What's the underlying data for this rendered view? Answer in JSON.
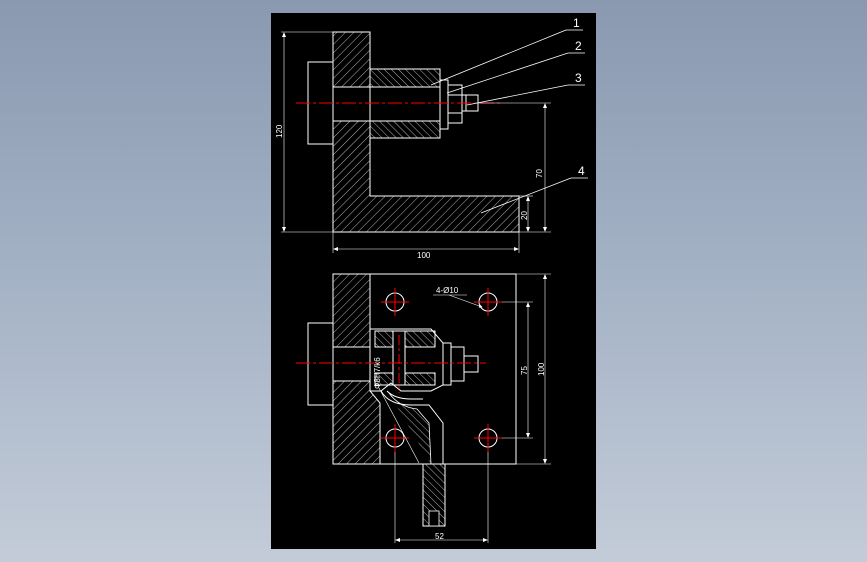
{
  "drawing": {
    "colors": {
      "background": "#000000",
      "lines": "#ffffff",
      "centerline": "#ff0000",
      "desktop_top": "#8a99b0",
      "desktop_bottom": "#c3ccd8"
    },
    "callouts": [
      "1",
      "2",
      "3",
      "4"
    ],
    "dimensions": {
      "side_height": "120",
      "side_70": "70",
      "side_20": "20",
      "side_width": "100",
      "top_75": "75",
      "top_100": "100",
      "top_52": "52",
      "holes": "4-Ø10"
    },
    "slot_note": "Φ8H7/k6"
  }
}
